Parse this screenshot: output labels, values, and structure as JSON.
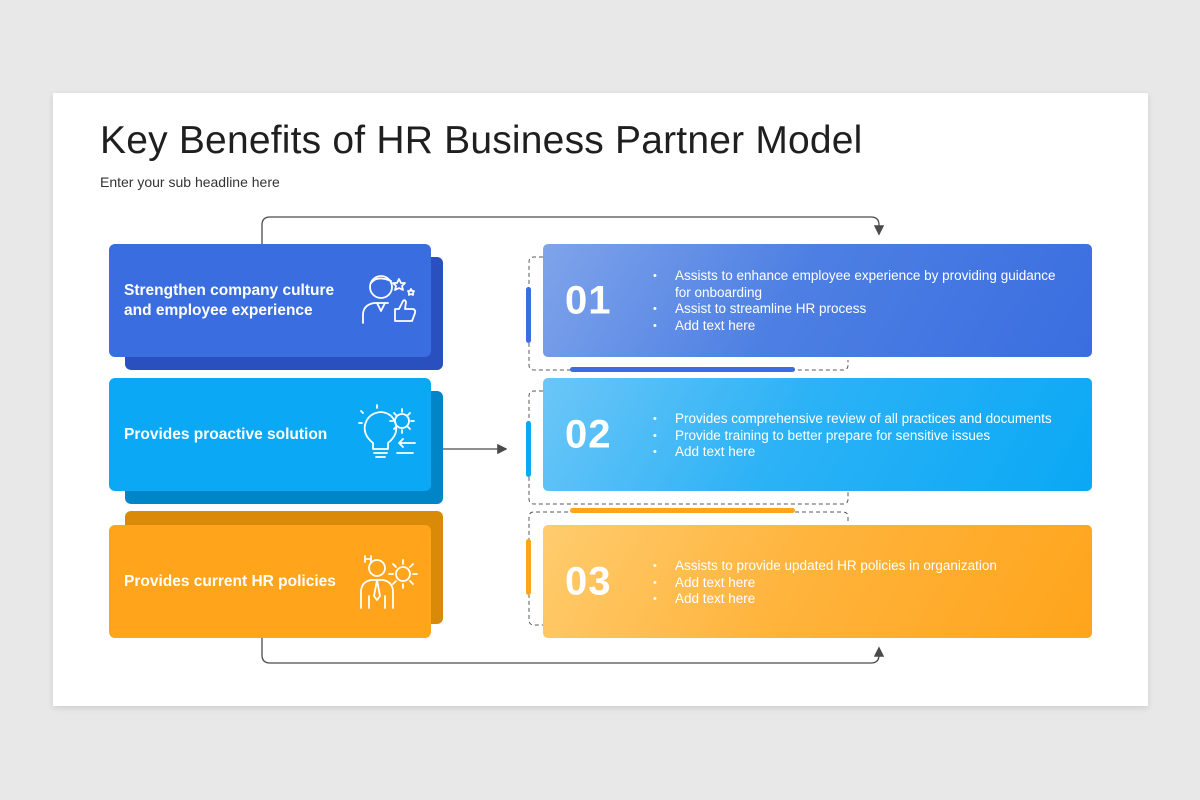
{
  "header": {
    "title": "Key Benefits of HR Business Partner Model",
    "subtitle": "Enter your sub headline here"
  },
  "colors": {
    "blue": "#3a6ee0",
    "sky": "#0aa8f5",
    "orange": "#ffa41b"
  },
  "benefits": [
    {
      "label": "Strengthen company culture and employee experience",
      "icon": "employee-thumbs-up-icon"
    },
    {
      "label": "Provides proactive solution",
      "icon": "lightbulb-gear-icon"
    },
    {
      "label": "Provides current HR policies",
      "icon": "hr-person-gear-icon"
    }
  ],
  "details": [
    {
      "number": "01",
      "items": [
        "Assists to enhance employee experience by providing guidance for onboarding",
        "Assist to streamline HR process",
        "Add text here"
      ]
    },
    {
      "number": "02",
      "items": [
        "Provides comprehensive review of all practices and documents",
        "Provide training to better prepare for sensitive issues",
        "Add text here"
      ]
    },
    {
      "number": "03",
      "items": [
        "Assists to provide updated HR policies in organization",
        "Add text here",
        "Add text here"
      ]
    }
  ]
}
